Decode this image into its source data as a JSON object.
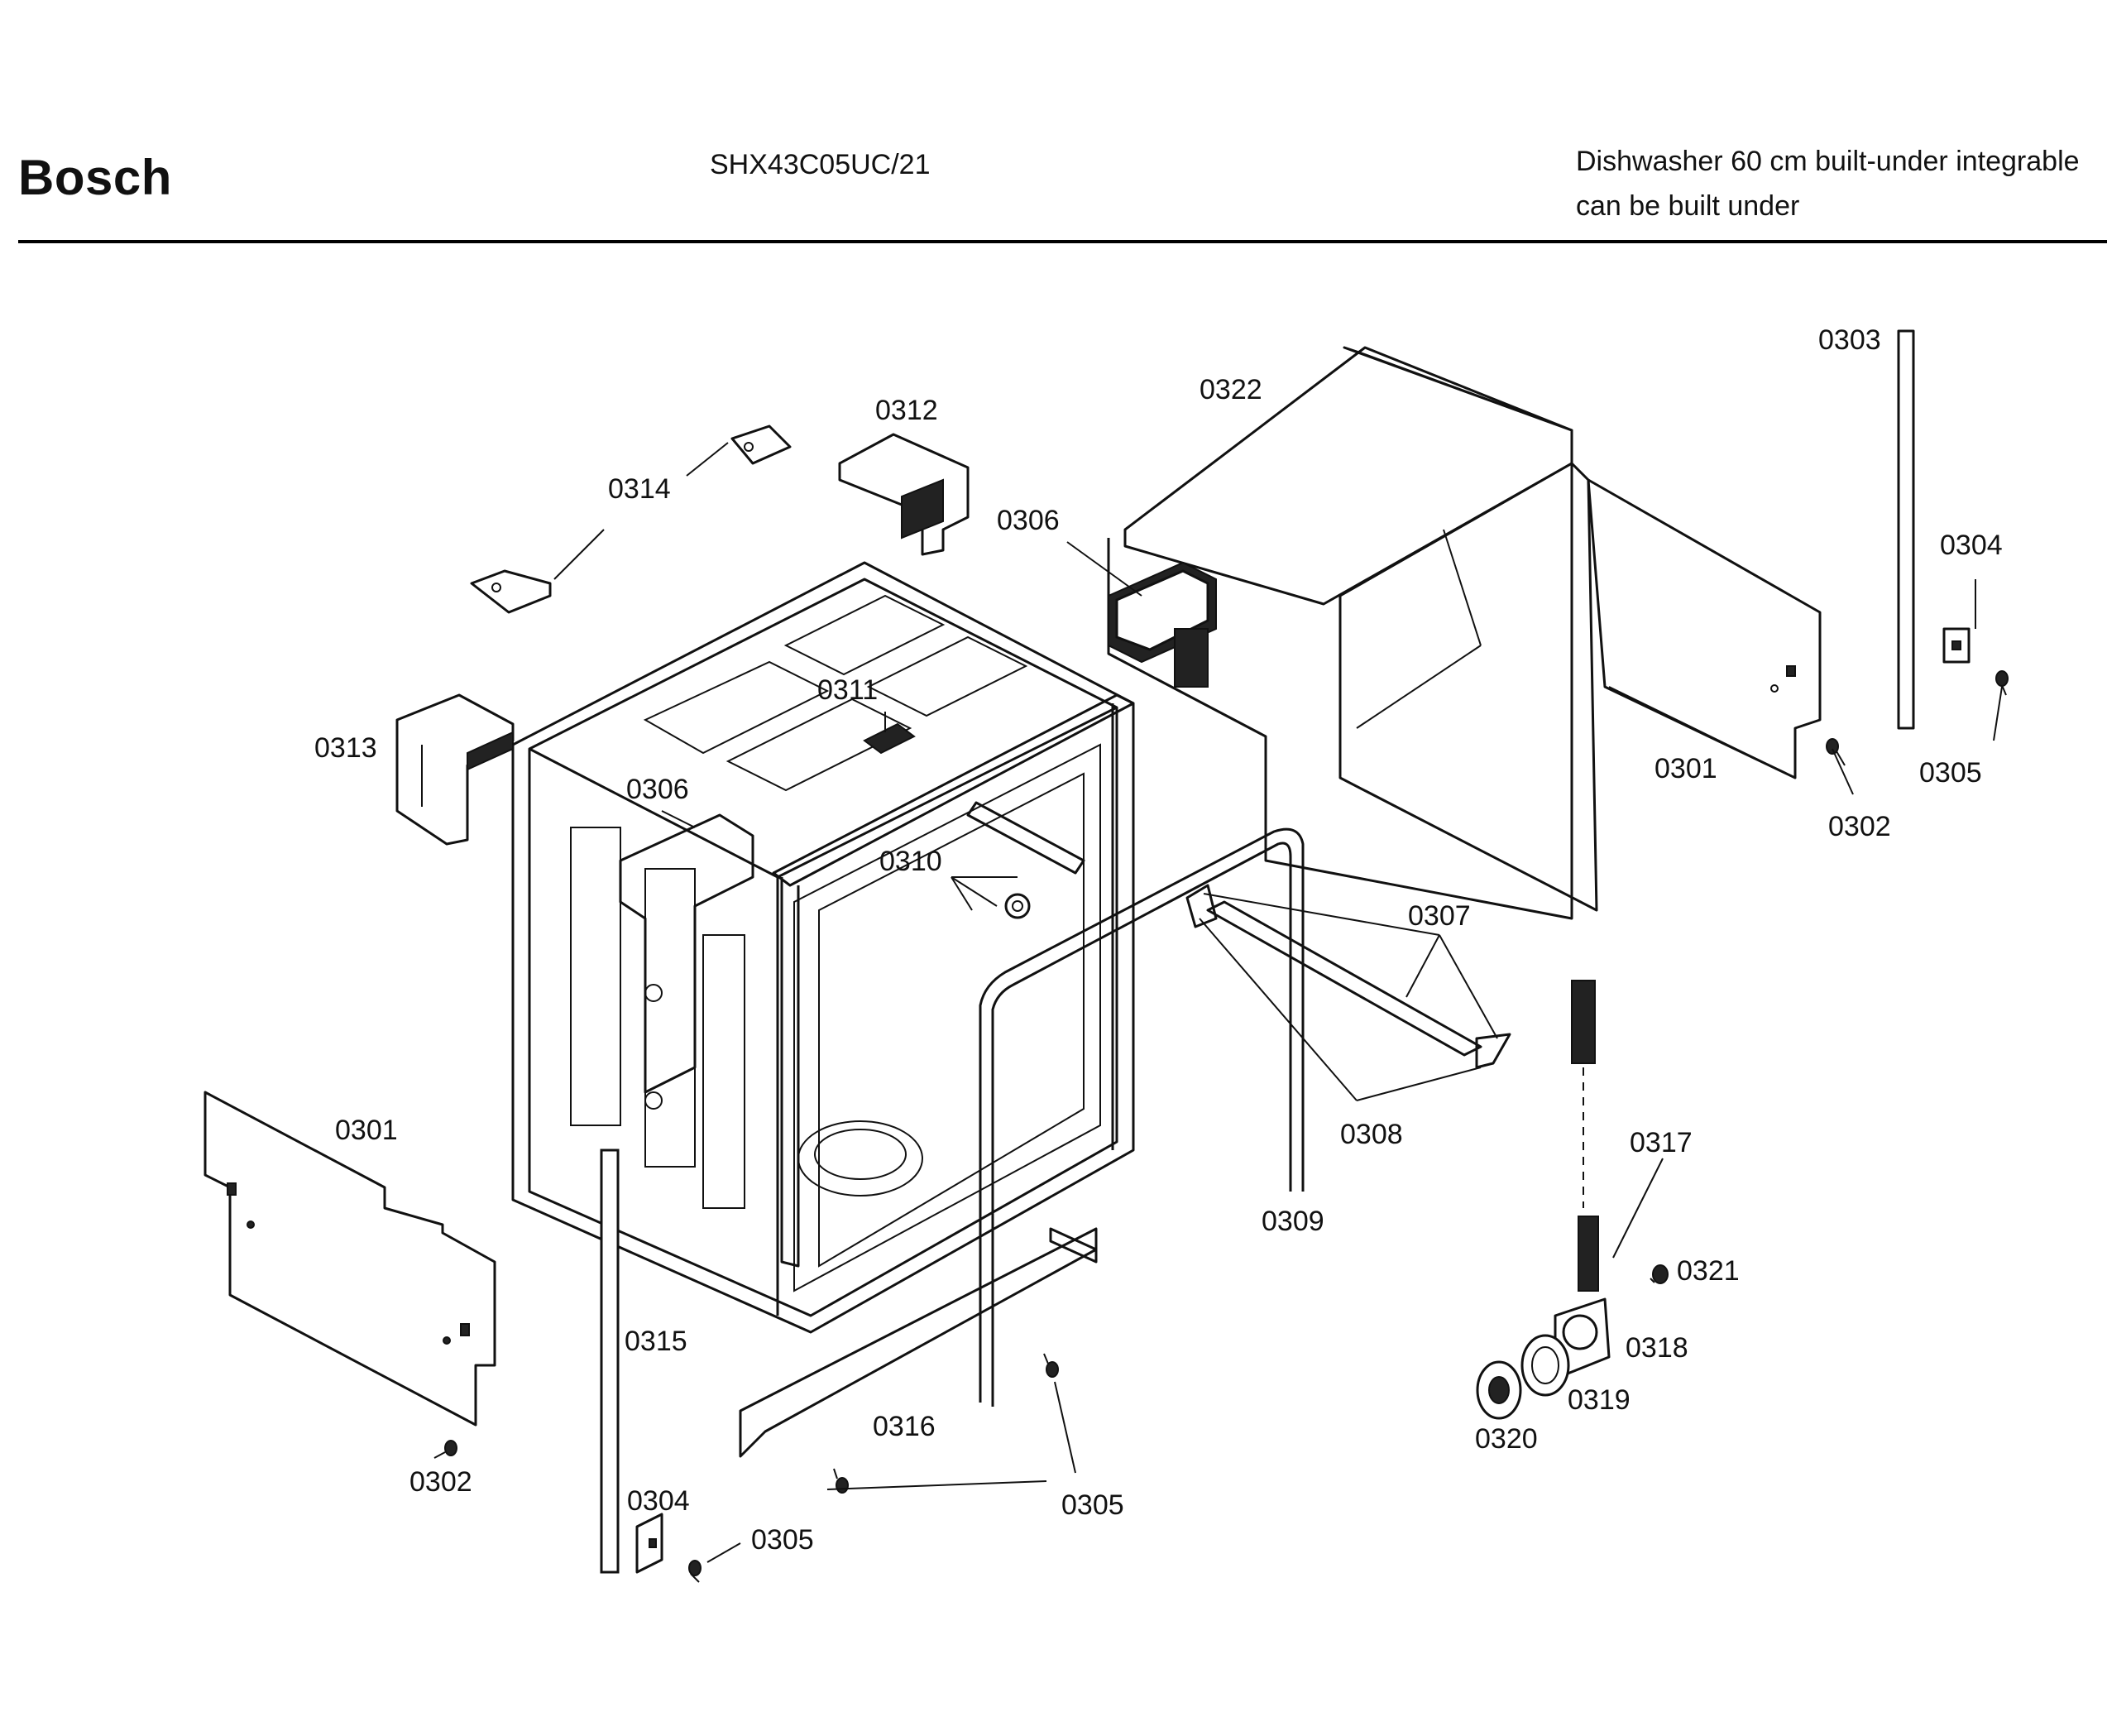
{
  "header": {
    "brand": "Bosch",
    "model": "SHX43C05UC/21",
    "description_line1": "Dishwasher 60 cm built-under integrable",
    "description_line2": "can be built under"
  },
  "callouts": {
    "c0303": "0303",
    "c0322": "0322",
    "c0312": "0312",
    "c0314": "0314",
    "c0306a": "0306",
    "c0304a": "0304",
    "c0311": "0311",
    "c0313": "0313",
    "c0306b": "0306",
    "c0301a": "0301",
    "c0305a": "0305",
    "c0302a": "0302",
    "c0310": "0310",
    "c0307": "0307",
    "c0301b": "0301",
    "c0308": "0308",
    "c0317": "0317",
    "c0309": "0309",
    "c0321": "0321",
    "c0315": "0315",
    "c0318": "0318",
    "c0319": "0319",
    "c0316": "0316",
    "c0320": "0320",
    "c0302b": "0302",
    "c0305b": "0305",
    "c0304b": "0304",
    "c0305c": "0305"
  }
}
